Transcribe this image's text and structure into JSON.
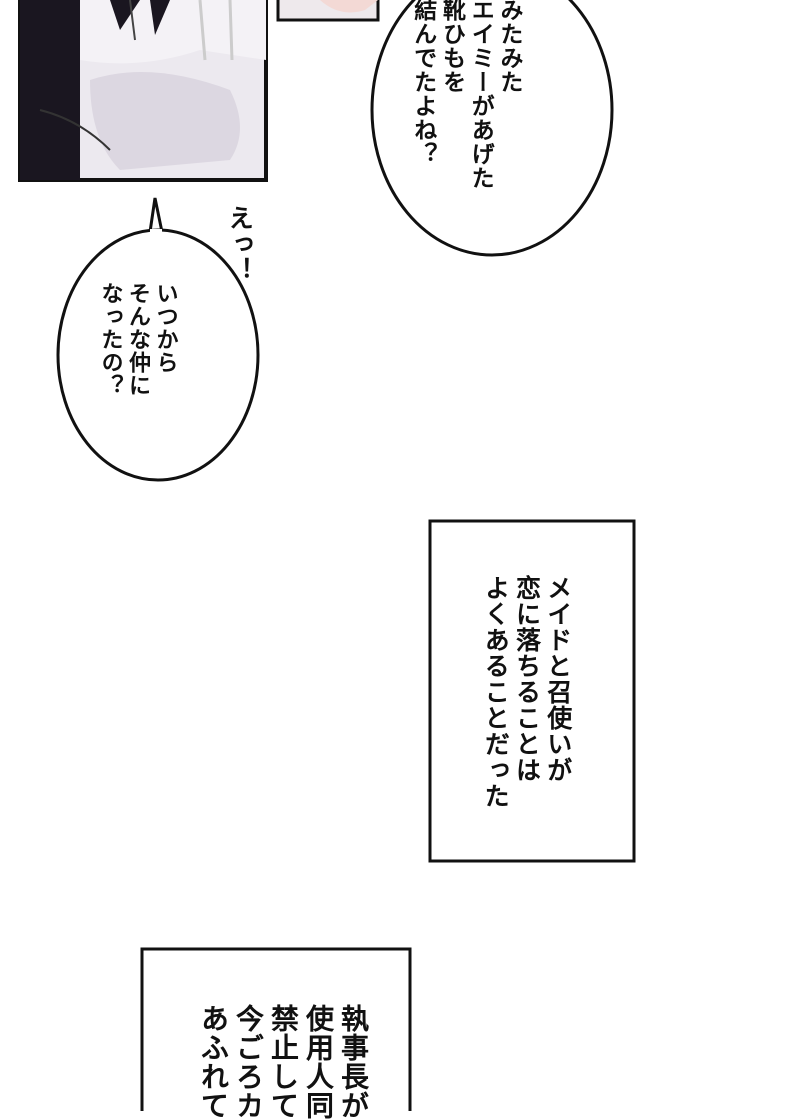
{
  "bubbles": {
    "top_right": "みたみた\nエイミーがあげた\n靴ひもを\n結んでたよね？",
    "exclaim": "えっ！",
    "left": "いつから\nそんな仲に\nなったの？"
  },
  "narration": {
    "box1": "メイドと召使いが\n恋に落ちることは\nよくあることだった",
    "box2": "執事長が\n使用人同\n禁止して\n今ごろカ\nあふれて"
  },
  "colors": {
    "ink": "#111111",
    "panel_bg": "#e9e6ec",
    "shadow": "#cfc8d4"
  }
}
